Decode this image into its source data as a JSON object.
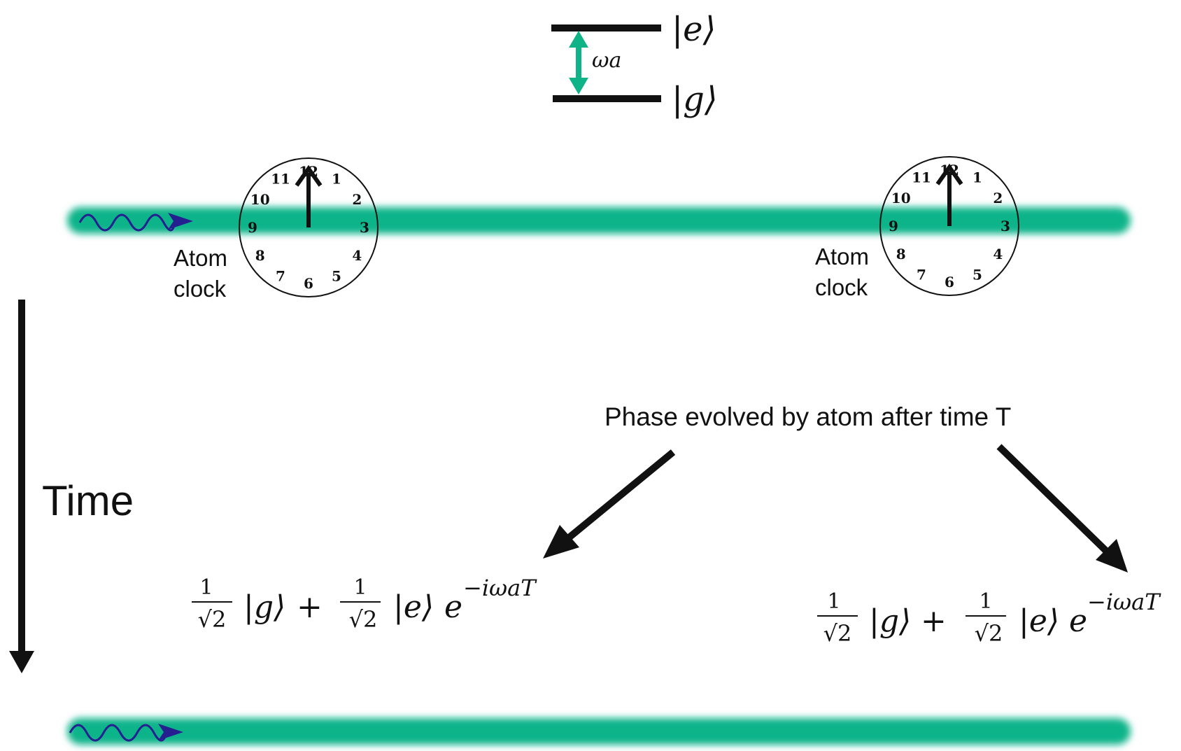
{
  "energy_levels": {
    "excited_label": "|e⟩",
    "ground_label": "|g⟩",
    "transition_label": "ωa",
    "arrow_color": "#10b388"
  },
  "beam": {
    "color": "#10b48a",
    "photon_color": "#25208f",
    "photon_icon": "wavy-arrow"
  },
  "clocks": [
    {
      "caption_line1": "Atom",
      "caption_line2": "clock",
      "hand_points_to": "12"
    },
    {
      "caption_line1": "Atom",
      "caption_line2": "clock",
      "hand_points_to": "12"
    }
  ],
  "clock_numerals": [
    "12",
    "1",
    "2",
    "3",
    "4",
    "5",
    "6",
    "7",
    "8",
    "9",
    "10",
    "11"
  ],
  "time_axis": {
    "label": "Time"
  },
  "annotation": {
    "text": "Phase evolved by atom after time T"
  },
  "states": [
    {
      "coef_num": "1",
      "coef_den": "√2",
      "ket_g": "|g⟩",
      "plus": "+",
      "coef2_num": "1",
      "coef2_den": "√2",
      "ket_e": "|e⟩",
      "exp_base": "e",
      "exp_power": "−iωaT"
    },
    {
      "coef_num": "1",
      "coef_den": "√2",
      "ket_g": "|g⟩",
      "plus": "+",
      "coef2_num": "1",
      "coef2_den": "√2",
      "ket_e": "|e⟩",
      "exp_base": "e",
      "exp_power": "−iωaT"
    }
  ]
}
